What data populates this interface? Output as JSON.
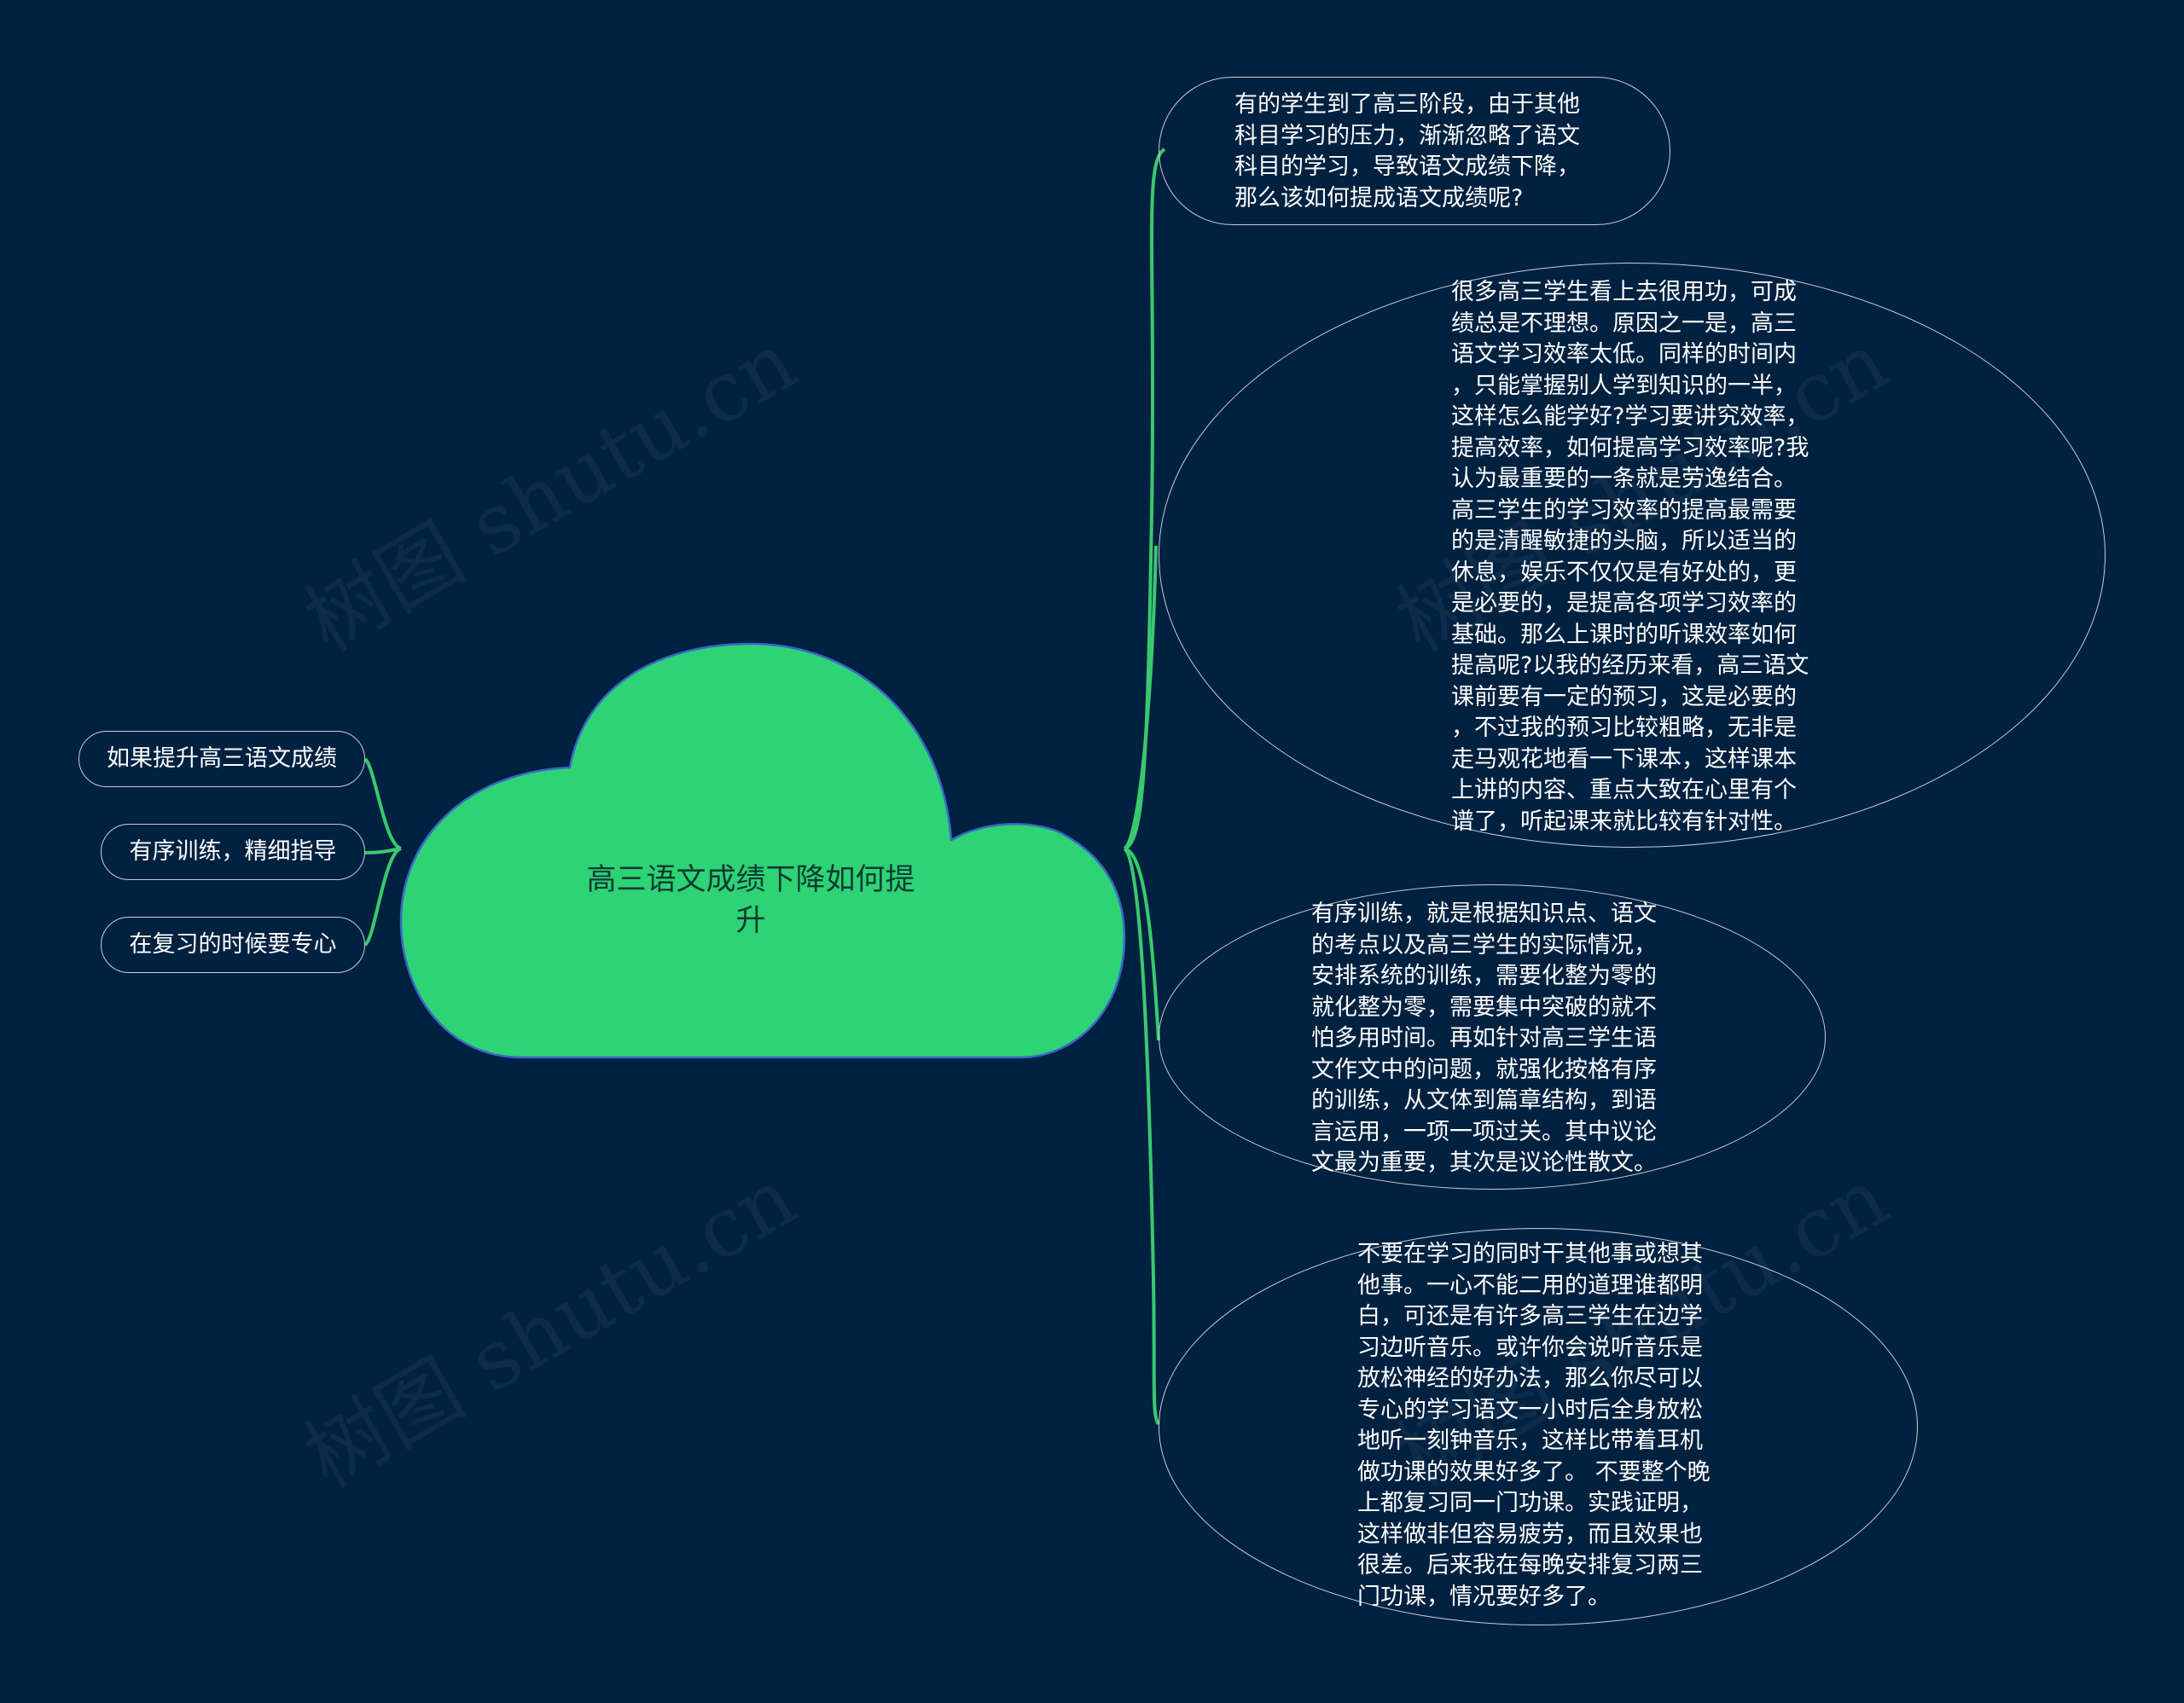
{
  "watermark": "树图 shutu.cn",
  "colors": {
    "background": "#012140",
    "center_fill": "#2dd375",
    "center_stroke": "#3a66c9",
    "connector": "#3ac96e",
    "bubble_border": "#c9ced6",
    "text": "#ffffff"
  },
  "center": {
    "title": "高三语文成绩下降如何提\n升"
  },
  "left_items": [
    {
      "label": "如果提升高三语文成绩"
    },
    {
      "label": "有序训练，精细指导"
    },
    {
      "label": "在复习的时候要专心"
    }
  ],
  "right_items": [
    {
      "text": "有的学生到了高三阶段，由于其他\n科目学习的压力，渐渐忽略了语文\n科目的学习，导致语文成绩下降，\n那么该如何提成语文成绩呢?"
    },
    {
      "text": "很多高三学生看上去很用功，可成\n绩总是不理想。原因之一是，高三\n语文学习效率太低。同样的时间内\n，只能掌握别人学到知识的一半，\n这样怎么能学好?学习要讲究效率，\n提高效率，如何提高学习效率呢?我\n认为最重要的一条就是劳逸结合。\n高三学生的学习效率的提高最需要\n的是清醒敏捷的头脑，所以适当的\n休息，娱乐不仅仅是有好处的，更\n是必要的，是提高各项学习效率的\n基础。那么上课时的听课效率如何\n提高呢?以我的经历来看，高三语文\n课前要有一定的预习，这是必要的\n，不过我的预习比较粗略，无非是\n走马观花地看一下课本，这样课本\n上讲的内容、重点大致在心里有个\n谱了，听起课来就比较有针对性。"
    },
    {
      "text": "有序训练，就是根据知识点、语文\n的考点以及高三学生的实际情况，\n安排系统的训练，需要化整为零的\n就化整为零，需要集中突破的就不\n怕多用时间。再如针对高三学生语\n文作文中的问题，就强化按格有序\n的训练，从文体到篇章结构，到语\n言运用，一项一项过关。其中议论\n文最为重要，其次是议论性散文。"
    },
    {
      "text": "不要在学习的同时干其他事或想其\n他事。一心不能二用的道理谁都明\n白，可还是有许多高三学生在边学\n习边听音乐。或许你会说听音乐是\n放松神经的好办法，那么你尽可以\n专心的学习语文一小时后全身放松\n地听一刻钟音乐，这样比带着耳机\n做功课的效果好多了。 不要整个晚\n上都复习同一门功课。实践证明，\n这样做非但容易疲劳，而且效果也\n很差。后来我在每晚安排复习两三\n门功课，情况要好多了。"
    }
  ]
}
